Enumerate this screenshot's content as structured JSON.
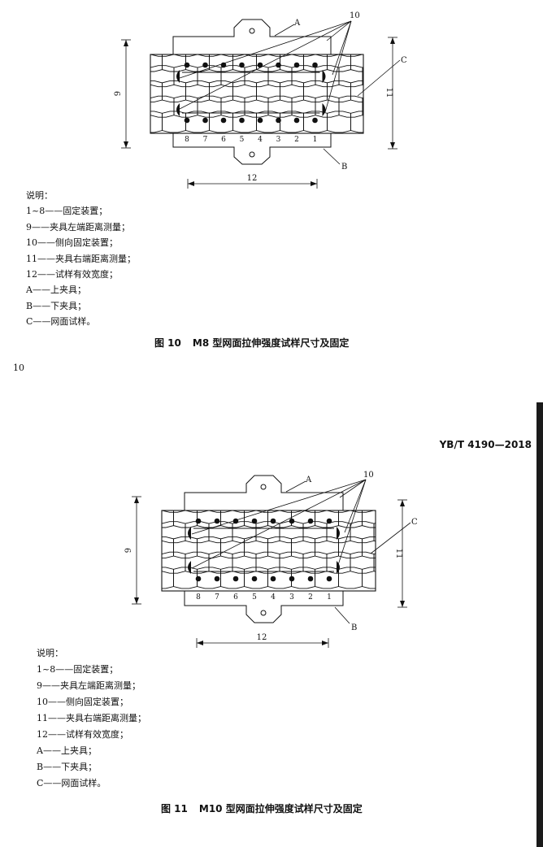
{
  "header": {
    "standard_code": "YB/T 4190—2018"
  },
  "footer": {
    "page_number": "10"
  },
  "figures": [
    {
      "caption_number": "图 10",
      "caption_title": "M8 型网面拉伸强度试样尺寸及固定",
      "labels": {
        "a": "A",
        "b": "B",
        "c": "C",
        "ten": "10",
        "nine": "9",
        "eleven": "11",
        "twelve": "12",
        "positions": [
          "8",
          "7",
          "6",
          "5",
          "4",
          "3",
          "2",
          "1"
        ]
      },
      "legend_title": "说明：",
      "legend": [
        "1~8——固定装置；",
        "9——夹具左端距离测量；",
        "10——侧向固定装置；",
        "11——夹具右端距离测量；",
        "12——试样有效宽度；",
        "A——上夹具；",
        "B——下夹具；",
        "C——网面试样。"
      ]
    },
    {
      "caption_number": "图 11",
      "caption_title": "M10 型网面拉伸强度试样尺寸及固定",
      "labels": {
        "a": "A",
        "b": "B",
        "c": "C",
        "ten": "10",
        "nine": "9",
        "eleven": "11",
        "twelve": "12",
        "positions": [
          "8",
          "7",
          "6",
          "5",
          "4",
          "3",
          "2",
          "1"
        ]
      },
      "legend_title": "说明：",
      "legend": [
        "1~8——固定装置；",
        "9——夹具左端距离测量；",
        "10——侧向固定装置；",
        "11——夹具右端距离测量；",
        "12——试样有效宽度；",
        "A——上夹具；",
        "B——下夹具；",
        "C——网面试样。"
      ]
    }
  ]
}
